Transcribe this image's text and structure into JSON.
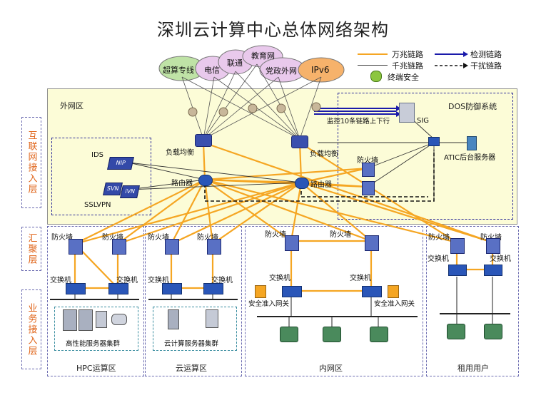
{
  "title": "深圳云计算中心总体网络架构",
  "cloud_labels": [
    "超算专线",
    "电信",
    "联通",
    "教育网",
    "党政外网",
    "IPv6"
  ],
  "legend": {
    "items": [
      {
        "label": "万兆链路",
        "style": "solid",
        "color": "#f5a623"
      },
      {
        "label": "千兆链路",
        "style": "solid",
        "color": "#444444"
      },
      {
        "label": "检测链路",
        "style": "solid-arrow",
        "color": "#1a1aaa"
      },
      {
        "label": "干扰链路",
        "style": "dashed-arrow",
        "color": "#111111"
      }
    ],
    "security_label": "终端安全"
  },
  "layers": {
    "internet": "互联网接入层",
    "aggregation": "汇聚层",
    "business": "业务接入层"
  },
  "zones": {
    "outer": "外网区",
    "dos": "DOS防御系统",
    "hpc": "HPC运算区",
    "cloud": "云运算区",
    "intranet": "内网区",
    "rental": "租用用户"
  },
  "devices": {
    "load_balancer_left": "负载均衡",
    "load_balancer_right": "负载均衡",
    "router_left": "路由器",
    "router_right": "路由器",
    "ids": "IDS",
    "sslvpn": "SSLVPN",
    "nip": "NIP",
    "svn": "SVN",
    "ivn": "iVN",
    "sig": "SIG",
    "monitor_text": "监控10条链路上下行",
    "atic": "ATIC后台服务器",
    "firewall_top": "防火墙",
    "firewall": "防火墙",
    "switch": "交换机",
    "hpc_cluster": "高性能服务器集群",
    "cloud_cluster": "云计算服务器集群",
    "security_gateway": "安全准入网关"
  },
  "colors": {
    "ten_gig": "#f5a623",
    "gig": "#444444",
    "detect": "#1a1aaa",
    "zone_fill": "#fcfcd7",
    "layer_text": "#e0651a",
    "cloud_fill": "#e9c9ec",
    "ipv6_fill": "#f6b26b",
    "super_fill": "#bfe3a6"
  }
}
